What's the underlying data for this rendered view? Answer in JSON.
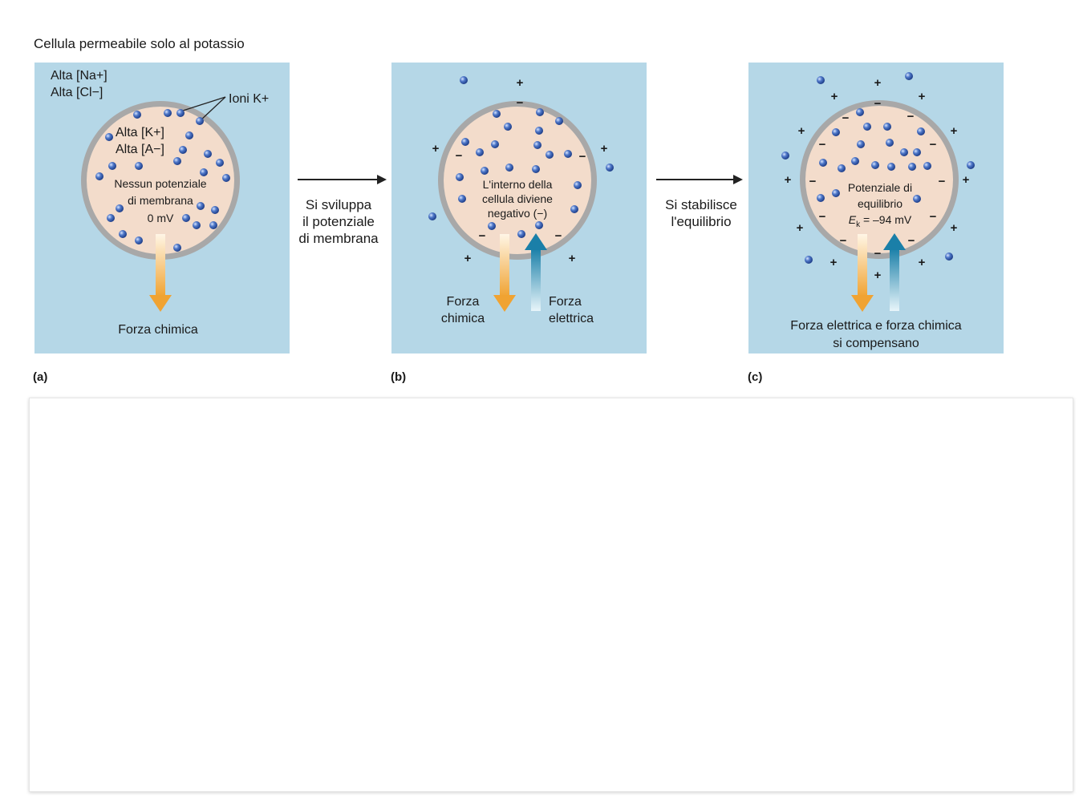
{
  "title": "Cellula permeabile solo al potassio",
  "panels": {
    "a": {
      "label": "(a)",
      "outside_1": "Alta [Na+]",
      "outside_2": "Alta [Cl−]",
      "ion_label": "Ioni K+",
      "inside_1": "Alta [K+]",
      "inside_2": "Alta [A−]",
      "center_1": "Nessun potenziale",
      "center_2": "di membrana",
      "center_3": "0 mV",
      "force": "Forza chimica"
    },
    "b": {
      "label": "(b)",
      "center_1": "L'interno della",
      "center_2": "cellula diviene",
      "center_3": "negativo (−)",
      "force_chem_1": "Forza",
      "force_chem_2": "chimica",
      "force_elec_1": "Forza",
      "force_elec_2": "elettrica"
    },
    "c": {
      "label": "(c)",
      "center_1": "Potenziale di",
      "center_2": "equilibrio",
      "center_3": "E",
      "center_3_sub": "k",
      "center_3_rest": " = –94 mV",
      "bottom_1": "Forza elettrica e forza chimica",
      "bottom_2": "si compensano"
    }
  },
  "transitions": {
    "first_1": "Si sviluppa",
    "first_2": "il potenziale",
    "first_3": "di membrana",
    "second_1": "Si stabilisce",
    "second_2": "l'equilibrio"
  },
  "colors": {
    "panel_bg": "#b5d7e7",
    "cytoplasm": "#f3dccb",
    "membrane": "#a8a8a8",
    "ion": "#3b63b8",
    "chemical_arrow": "#f0a332",
    "electric_arrow": "#1a8fb0"
  }
}
